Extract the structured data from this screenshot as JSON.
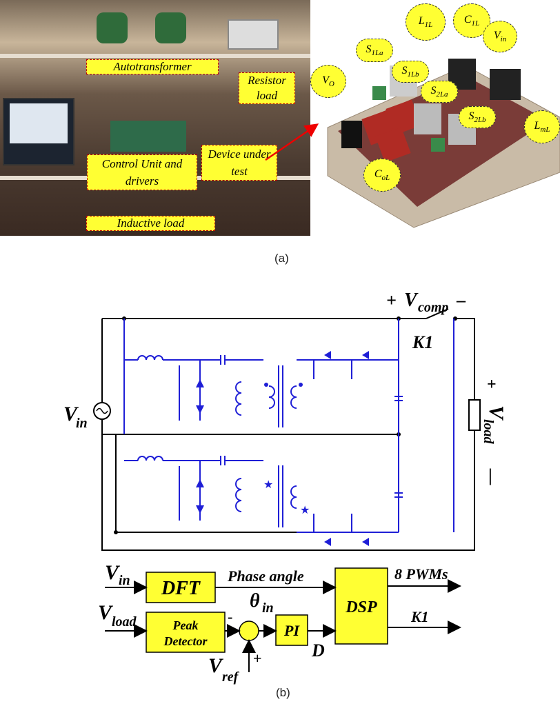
{
  "panel_a": {
    "caption": "(a)",
    "labels": {
      "autotransformer": "Autotransformer",
      "resistor_load": "Resistor load",
      "control_unit": "Control Unit and drivers",
      "device_under_test": "Device under test",
      "inductive_load": "Inductive load"
    },
    "component_tags": {
      "L1L": "L1L",
      "C1L": "C1L",
      "Vin": "Vin",
      "S1La": "S1La",
      "S1Lb": "S1Lb",
      "VO": "VO",
      "S2La": "S2La",
      "S2Lb": "S2Lb",
      "LmL": "LmL",
      "CoL": "CoL"
    }
  },
  "panel_b": {
    "caption": "(b)",
    "circuit": {
      "vcomp_plus": "+",
      "vcomp": "V",
      "vcomp_sub": "comp",
      "vcomp_minus": "–",
      "k1": "K1",
      "vin": "V",
      "vin_sub": "in",
      "vload_plus": "+",
      "vload": "V",
      "vload_sub": "load",
      "vload_minus": "|"
    },
    "control": {
      "vin": "V",
      "vin_sub": "in",
      "vload": "V",
      "vload_sub": "load",
      "dft": "DFT",
      "phase_angle": "Phase angle",
      "theta": "θ",
      "theta_sub": "in",
      "peak_detector_1": "Peak",
      "peak_detector_2": "Detector",
      "minus": "-",
      "plus": "+",
      "pi": "PI",
      "d": "D",
      "vref": "V",
      "vref_sub": "ref",
      "dsp": "DSP",
      "pwms": "8 PWMs",
      "k1_out": "K1"
    }
  },
  "colors": {
    "circuit_blue": "#1f1fd6",
    "highlight_yellow": "#ffff33"
  }
}
